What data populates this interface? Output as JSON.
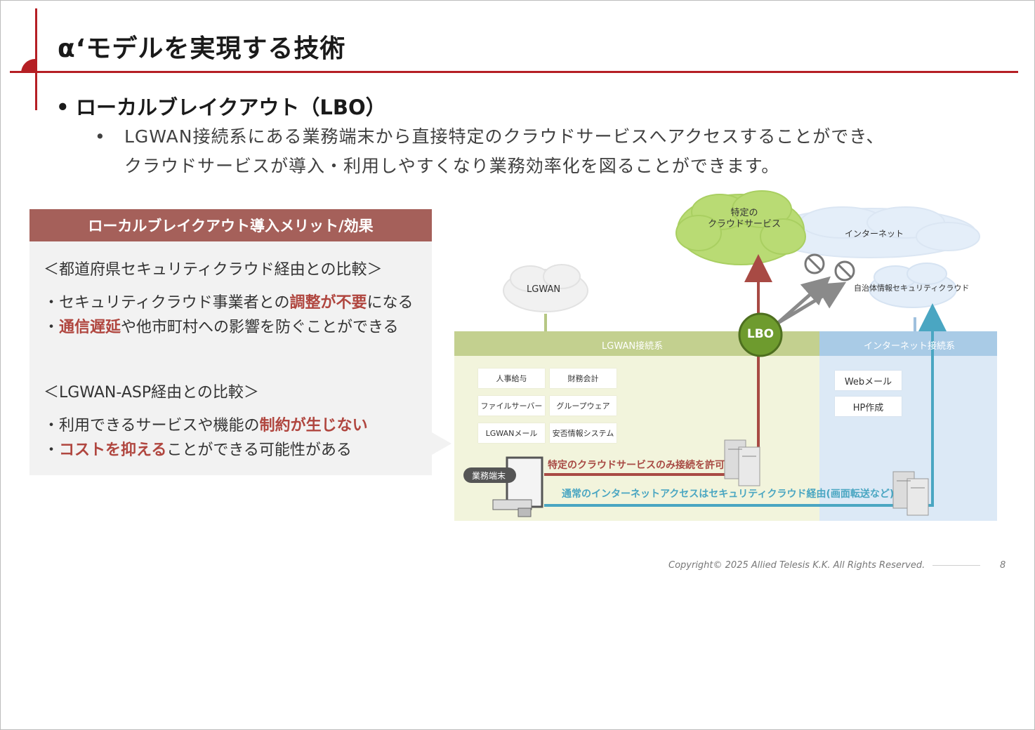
{
  "slide": {
    "title": "α‘モデルを実現する技術",
    "bullet_marker": "•",
    "bullet_title": "ローカルブレイクアウト（LBO）",
    "sub_marker": "•",
    "sub_line1": "LGWAN接続系にある業務端末から直接特定のクラウドサービスへアクセスすることができ、",
    "sub_line2": "クラウドサービスが導入・利用しやすくなり業務効率化を図ることができます。"
  },
  "merit": {
    "header": "ローカルブレイクアウト導入メリット/効果",
    "section1_heading": "＜都道府県セキュリティクラウド経由との比較＞",
    "s1_item1_pre": "・セキュリティクラウド事業者との",
    "s1_item1_hl": "調整が不要",
    "s1_item1_post": "になる",
    "s1_item2_pre": "・",
    "s1_item2_hl": "通信遅延",
    "s1_item2_post": "や他市町村への影響を防ぐことができる",
    "section2_heading": "＜LGWAN-ASP経由との比較＞",
    "s2_item1_pre": "・利用できるサービスや機能の",
    "s2_item1_hl": "制約が生じない",
    "s2_item2_pre": "・",
    "s2_item2_hl": "コストを抑える",
    "s2_item2_post": "ことができる可能性がある"
  },
  "diagram": {
    "cloud_specific": "特定の\nクラウドサービス",
    "cloud_specific_l1": "特定の",
    "cloud_specific_l2": "クラウドサービス",
    "cloud_internet": "インターネット",
    "cloud_lgwan": "LGWAN",
    "cloud_security": "自治体情報セキュリティクラウド",
    "lbo_label": "LBO",
    "zone_lgwan": "LGWAN接続系",
    "zone_internet": "インターネット接続系",
    "apps": [
      "人事給与",
      "財務会計",
      "ファイルサーバー",
      "グループウェア",
      "LGWANメール",
      "安否情報システム"
    ],
    "internet_apps": [
      "Webメール",
      "HP作成"
    ],
    "terminal_label": "業務端末",
    "path_specific": "特定のクラウドサービスのみ接続を許可",
    "path_normal": "通常のインターネットアクセスはセキュリティクラウド経由(画面転送など)",
    "colors": {
      "red_path": "#a84a44",
      "blue_path": "#4aa6c2",
      "lgwan_zone": "#c3d08f",
      "internet_zone": "#a9cbe6",
      "lbo_circle": "#6e9b2e",
      "accent": "#b51f24"
    }
  },
  "footer": {
    "copyright": "Copyright© 2025 Allied Telesis K.K. All Rights Reserved.",
    "page": "8"
  }
}
